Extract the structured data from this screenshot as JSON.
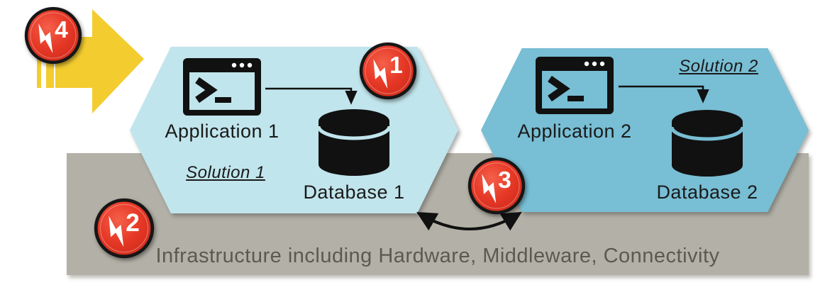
{
  "solutions": [
    {
      "name": "Solution 1",
      "application": "Application 1",
      "database": "Database 1",
      "color": "#c1e5ec"
    },
    {
      "name": "Solution 2",
      "application": "Application 2",
      "database": "Database 2",
      "color": "#78bed4"
    }
  ],
  "infrastructure": {
    "label": "Infrastructure including Hardware, Middleware, Connectivity",
    "color": "#b3b1a7",
    "text_color": "#5a5a50"
  },
  "badges": [
    {
      "number": "1",
      "icon": "lightning-bolt-icon"
    },
    {
      "number": "2",
      "icon": "lightning-bolt-icon"
    },
    {
      "number": "3",
      "icon": "lightning-bolt-icon"
    },
    {
      "number": "4",
      "icon": "lightning-bolt-icon"
    }
  ],
  "icons": {
    "application": "terminal-window-icon",
    "database": "database-cylinder-icon",
    "left_arrow": "striped-right-arrow-icon",
    "exchange": "double-headed-curved-arrow"
  },
  "colors": {
    "badge_red": "#e6382a",
    "badge_ring": "#161616",
    "arrow_yellow": "#f3cc30",
    "shape_text": "#1a1a1a"
  }
}
